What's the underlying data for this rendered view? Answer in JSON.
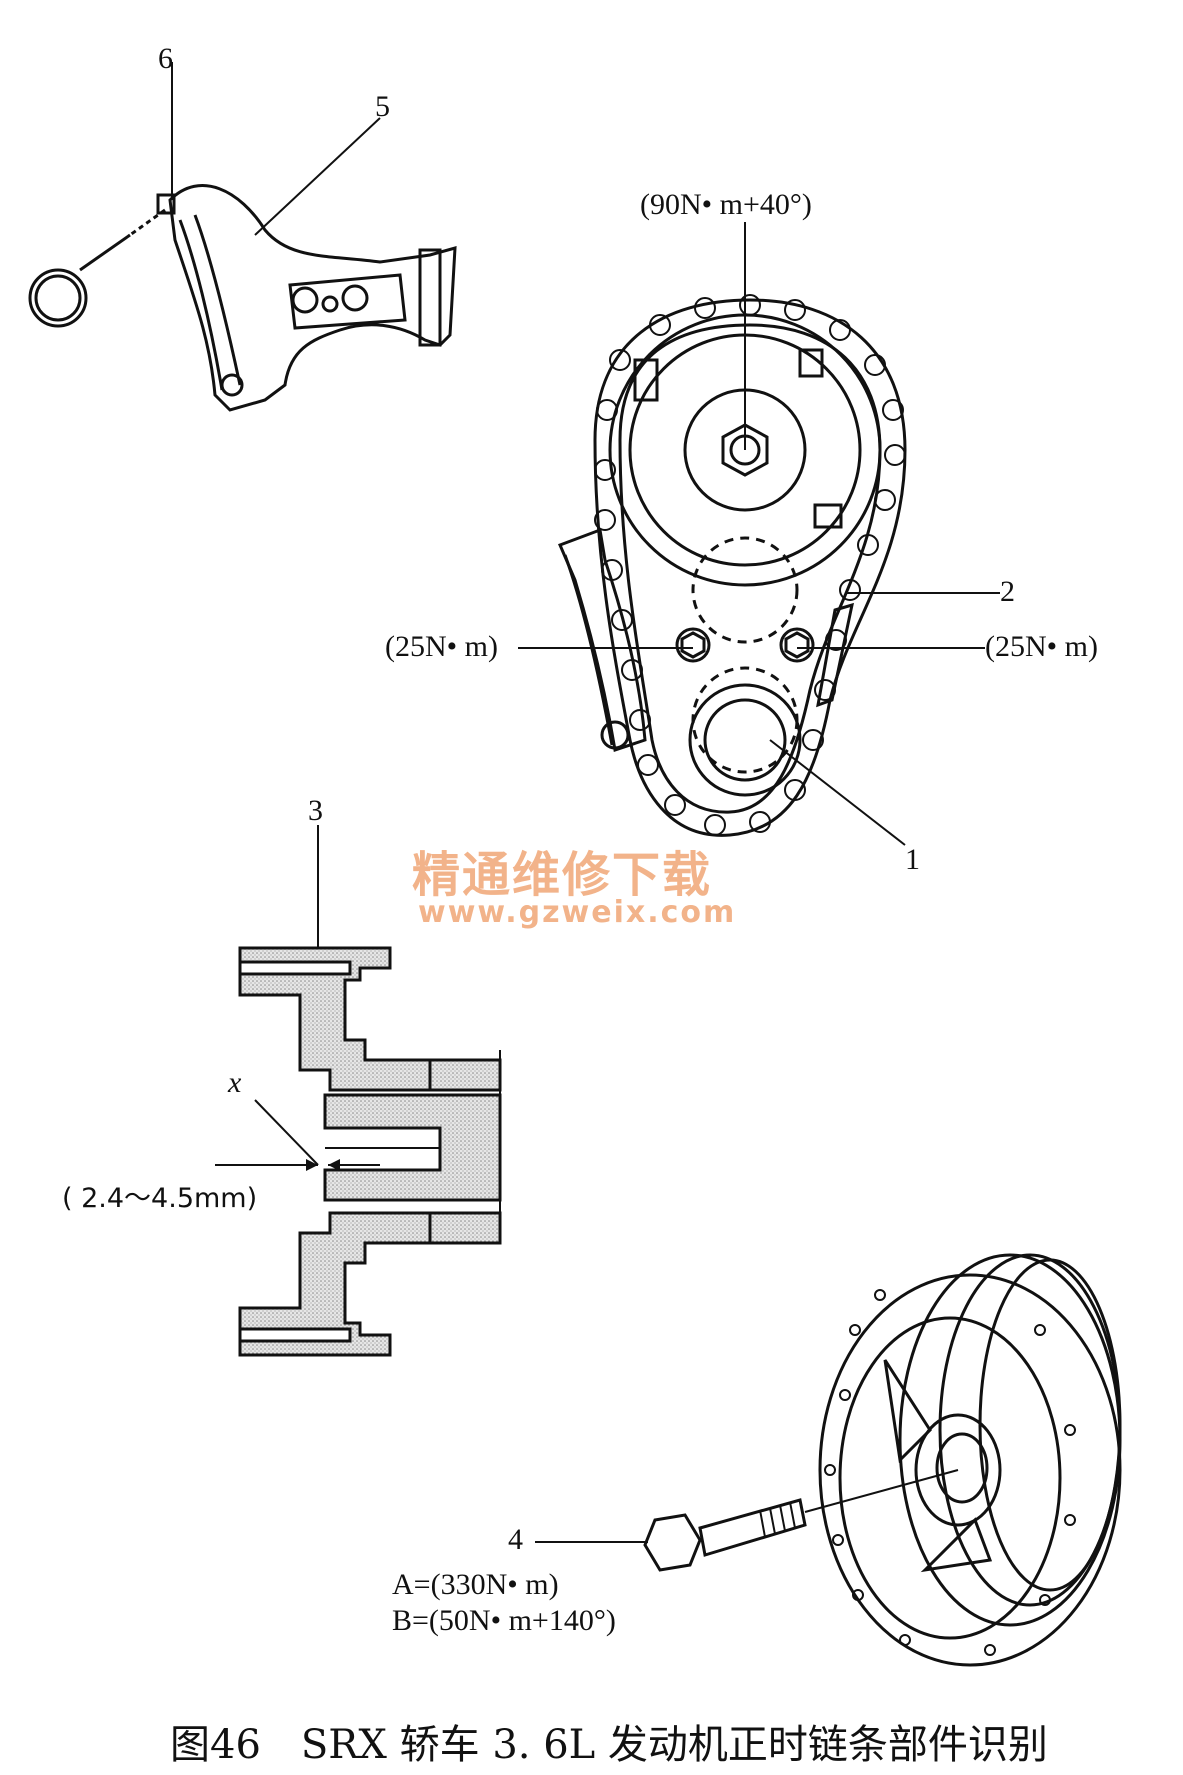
{
  "labels": {
    "num6": "6",
    "num5": "5",
    "num2": "2",
    "num1": "1",
    "num3": "3",
    "num4": "4",
    "x": "x"
  },
  "torques": {
    "cam_bolt": "(90N• m+40°)",
    "left_bolt": "(25N• m)",
    "right_bolt": "(25N• m)",
    "crank_a": "A=(330N• m)",
    "crank_b": "B=(50N• m+140°)"
  },
  "gap": "( 2.4～4.5mm)",
  "watermark": {
    "title": "精通维修下载",
    "url": "www.gzweix.com"
  },
  "caption": "图46　SRX 轿车 3. 6L 发动机正时链条部件识别",
  "colors": {
    "line": "#111111",
    "stipple": "#cfcfcf",
    "watermark": "#f2b38a"
  }
}
